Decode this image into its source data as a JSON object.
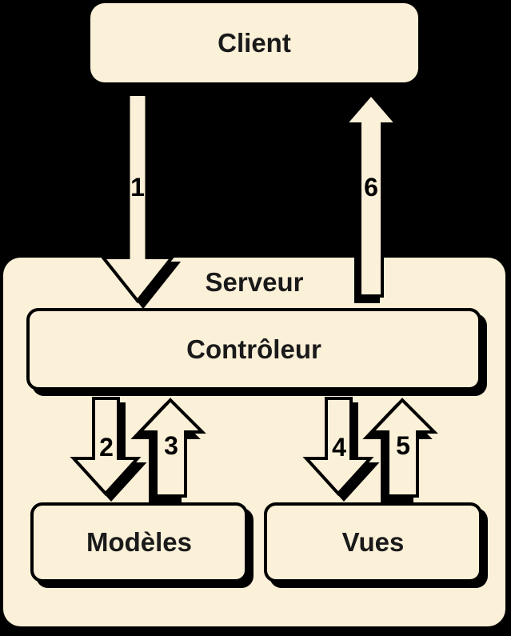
{
  "diagram_type": "mvc-flow-diagram",
  "colors": {
    "background": "#000000",
    "node_fill": "#FBF0D8",
    "outline": "#000000",
    "text": "#1A1A1A"
  },
  "nodes": {
    "client": {
      "label": "Client"
    },
    "serveur": {
      "label": "Serveur"
    },
    "controleur": {
      "label": "Contrôleur"
    },
    "modeles": {
      "label": "Modèles"
    },
    "vues": {
      "label": "Vues"
    }
  },
  "arrows": [
    {
      "label": "1",
      "from": "Client",
      "to": "Contrôleur",
      "direction": "down"
    },
    {
      "label": "2",
      "from": "Contrôleur",
      "to": "Modèles",
      "direction": "down"
    },
    {
      "label": "3",
      "from": "Modèles",
      "to": "Contrôleur",
      "direction": "up"
    },
    {
      "label": "4",
      "from": "Contrôleur",
      "to": "Vues",
      "direction": "down"
    },
    {
      "label": "5",
      "from": "Vues",
      "to": "Contrôleur",
      "direction": "up"
    },
    {
      "label": "6",
      "from": "Contrôleur",
      "to": "Client",
      "direction": "up"
    }
  ]
}
